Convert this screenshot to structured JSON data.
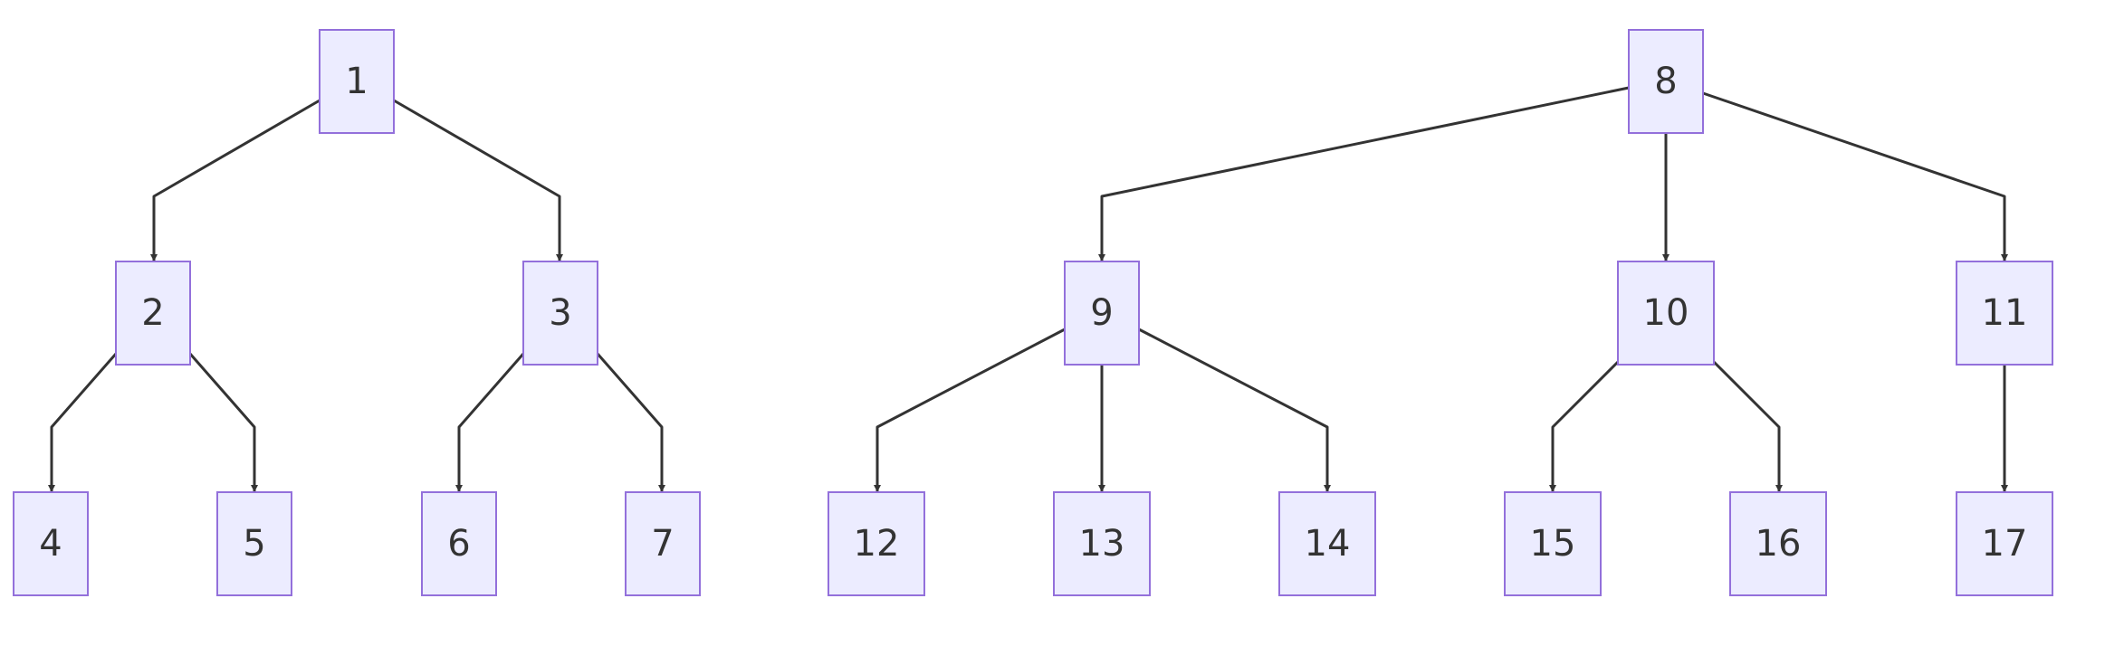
{
  "diagram": {
    "type": "flowchart-tree",
    "colors": {
      "node_fill": "#ECECFF",
      "node_stroke": "#9370DB",
      "edge": "#333333",
      "text": "#333333",
      "background": "#ffffff"
    },
    "nodes": [
      {
        "id": "n1",
        "label": "1"
      },
      {
        "id": "n2",
        "label": "2"
      },
      {
        "id": "n3",
        "label": "3"
      },
      {
        "id": "n4",
        "label": "4"
      },
      {
        "id": "n5",
        "label": "5"
      },
      {
        "id": "n6",
        "label": "6"
      },
      {
        "id": "n7",
        "label": "7"
      },
      {
        "id": "n8",
        "label": "8"
      },
      {
        "id": "n9",
        "label": "9"
      },
      {
        "id": "n10",
        "label": "10"
      },
      {
        "id": "n11",
        "label": "11"
      },
      {
        "id": "n12",
        "label": "12"
      },
      {
        "id": "n13",
        "label": "13"
      },
      {
        "id": "n14",
        "label": "14"
      },
      {
        "id": "n15",
        "label": "15"
      },
      {
        "id": "n16",
        "label": "16"
      },
      {
        "id": "n17",
        "label": "17"
      }
    ],
    "edges": [
      {
        "from": "n1",
        "to": "n2"
      },
      {
        "from": "n1",
        "to": "n3"
      },
      {
        "from": "n2",
        "to": "n4"
      },
      {
        "from": "n2",
        "to": "n5"
      },
      {
        "from": "n3",
        "to": "n6"
      },
      {
        "from": "n3",
        "to": "n7"
      },
      {
        "from": "n8",
        "to": "n9"
      },
      {
        "from": "n8",
        "to": "n10"
      },
      {
        "from": "n8",
        "to": "n11"
      },
      {
        "from": "n9",
        "to": "n12"
      },
      {
        "from": "n9",
        "to": "n13"
      },
      {
        "from": "n9",
        "to": "n14"
      },
      {
        "from": "n10",
        "to": "n15"
      },
      {
        "from": "n10",
        "to": "n16"
      },
      {
        "from": "n11",
        "to": "n17"
      }
    ]
  }
}
